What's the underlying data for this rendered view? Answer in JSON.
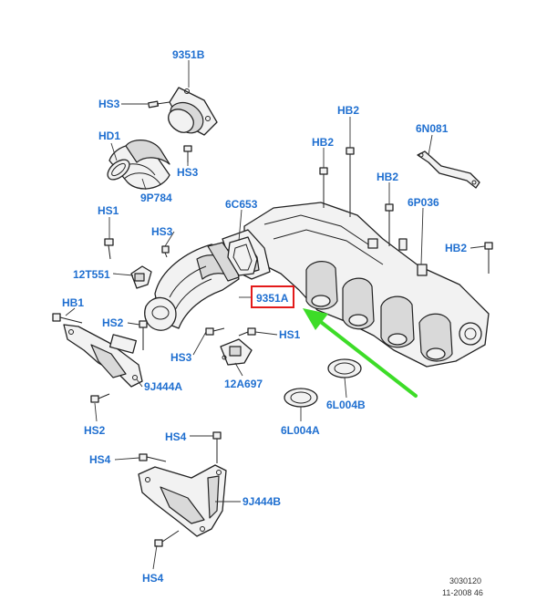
{
  "labels": {
    "p_9351B": "9351B",
    "p_HS3_a": "HS3",
    "p_HD1": "HD1",
    "p_HS3_b": "HS3",
    "p_9P784": "9P784",
    "p_HB2_a": "HB2",
    "p_HB2_b": "HB2",
    "p_6N081": "6N081",
    "p_HB2_c": "HB2",
    "p_6P036": "6P036",
    "p_HB2_d": "HB2",
    "p_6C653": "6C653",
    "p_HS1_a": "HS1",
    "p_HS3_c": "HS3",
    "p_12T551": "12T551",
    "p_9351A": "9351A",
    "p_HB1": "HB1",
    "p_HS2_a": "HS2",
    "p_HS1_b": "HS1",
    "p_HS3_d": "HS3",
    "p_9J444A": "9J444A",
    "p_12A697": "12A697",
    "p_6L004B": "6L004B",
    "p_6L004A": "6L004A",
    "p_HS2_b": "HS2",
    "p_HS4_a": "HS4",
    "p_HS4_b": "HS4",
    "p_9J444B": "9J444B",
    "p_HS4_c": "HS4"
  },
  "footer": {
    "ref": "3030120",
    "date": "11-2008 46"
  },
  "colors": {
    "label": "#1f6fd0",
    "highlight_box": "#e31b1b",
    "arrow": "#3ddc28"
  }
}
